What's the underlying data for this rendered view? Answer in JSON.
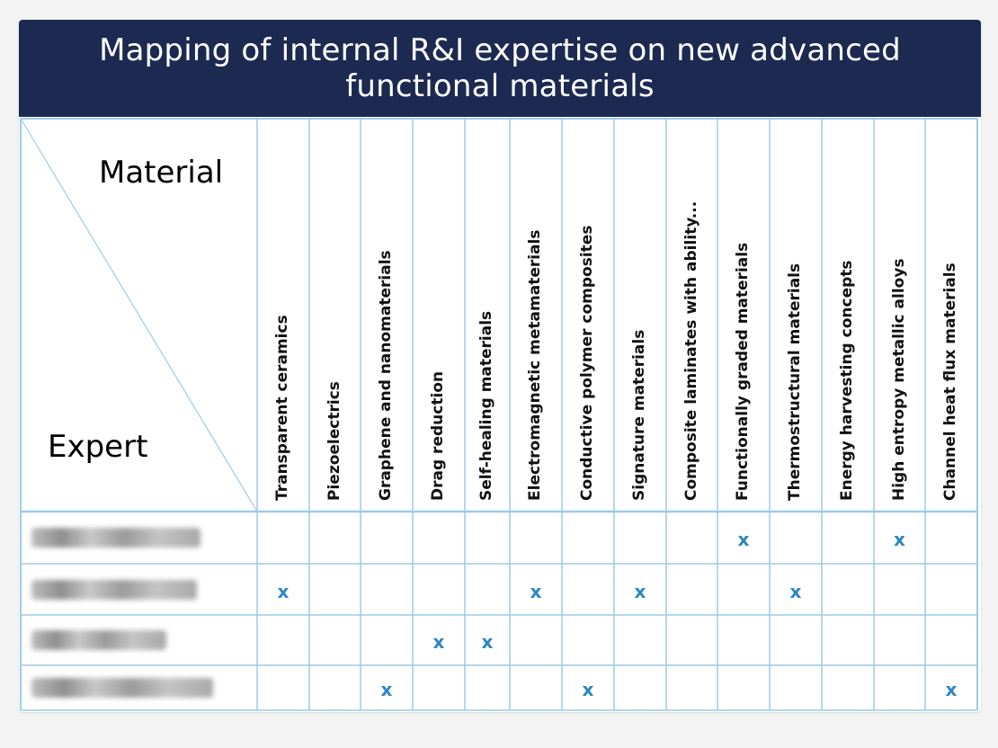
{
  "title": "Mapping of internal R&I expertise on new advanced functional materials",
  "header": {
    "material_label": "Material",
    "expert_label": "Expert"
  },
  "materials": [
    "Transparent ceramics",
    "Piezoelectrics",
    "Graphene and nanomaterials",
    "Drag reduction",
    "Self-healing materials",
    "Electromagnetic  metamaterials",
    "Conductive polymer composites",
    "Signature materials",
    "Composite laminates with ability...",
    "Functionally graded materials",
    "Thermostructural materials",
    "Energy harvesting concepts",
    "High entropy metallic alloys",
    "Channel heat flux materials"
  ],
  "rows": [
    {
      "expert": "",
      "marks": [
        9,
        12
      ]
    },
    {
      "expert": "",
      "marks": [
        0,
        5,
        7,
        10
      ]
    },
    {
      "expert": "",
      "marks": [
        3,
        4
      ]
    },
    {
      "expert": "",
      "marks": [
        2,
        6,
        13
      ]
    }
  ],
  "mark_symbol": "x",
  "colors": {
    "title_background": "#1c2a52",
    "title_text": "#ffffff",
    "grid_line": "#9ccbe8",
    "mark": "#2b86c5"
  }
}
